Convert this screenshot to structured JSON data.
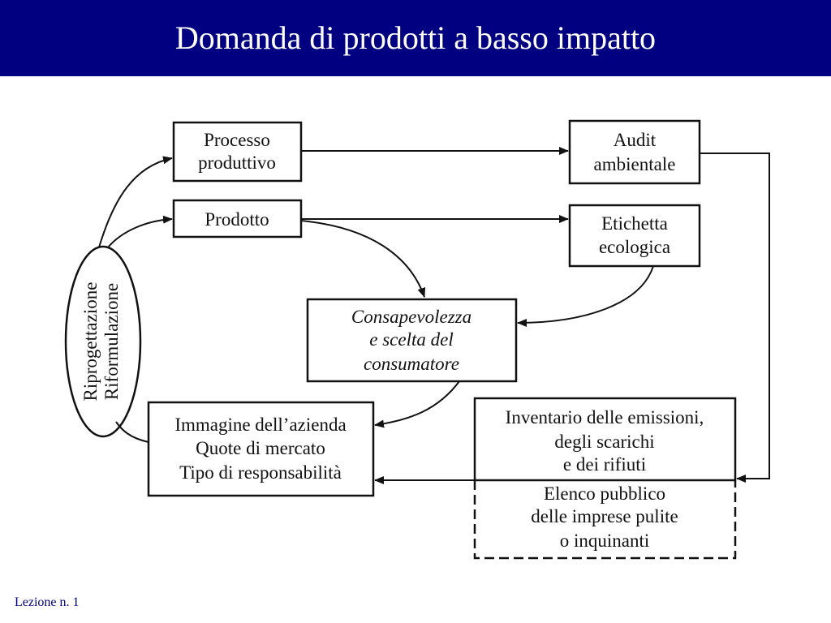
{
  "slide": {
    "title": "Domanda di prodotti a basso impatto",
    "footer": "Lezione n. 1",
    "header_color": "#000080"
  },
  "diagram": {
    "oval": [
      "Riprogettazione",
      "Riformulazione"
    ],
    "processo": [
      "Processo",
      "produttivo"
    ],
    "prodotto": "Prodotto",
    "audit": [
      "Audit",
      "ambientale"
    ],
    "etichetta": [
      "Etichetta",
      "ecologica"
    ],
    "consapevolezza": [
      "Consapevolezza",
      "e scelta del",
      "consumatore"
    ],
    "immagine": [
      "Immagine dell’azienda",
      "Quote di mercato",
      "Tipo di responsabilità"
    ],
    "inventario": [
      "Inventario delle emissioni,",
      "degli scarichi",
      "e dei rifiuti"
    ],
    "elenco": [
      "Elenco pubblico",
      "delle imprese pulite",
      "o inquinanti"
    ]
  }
}
